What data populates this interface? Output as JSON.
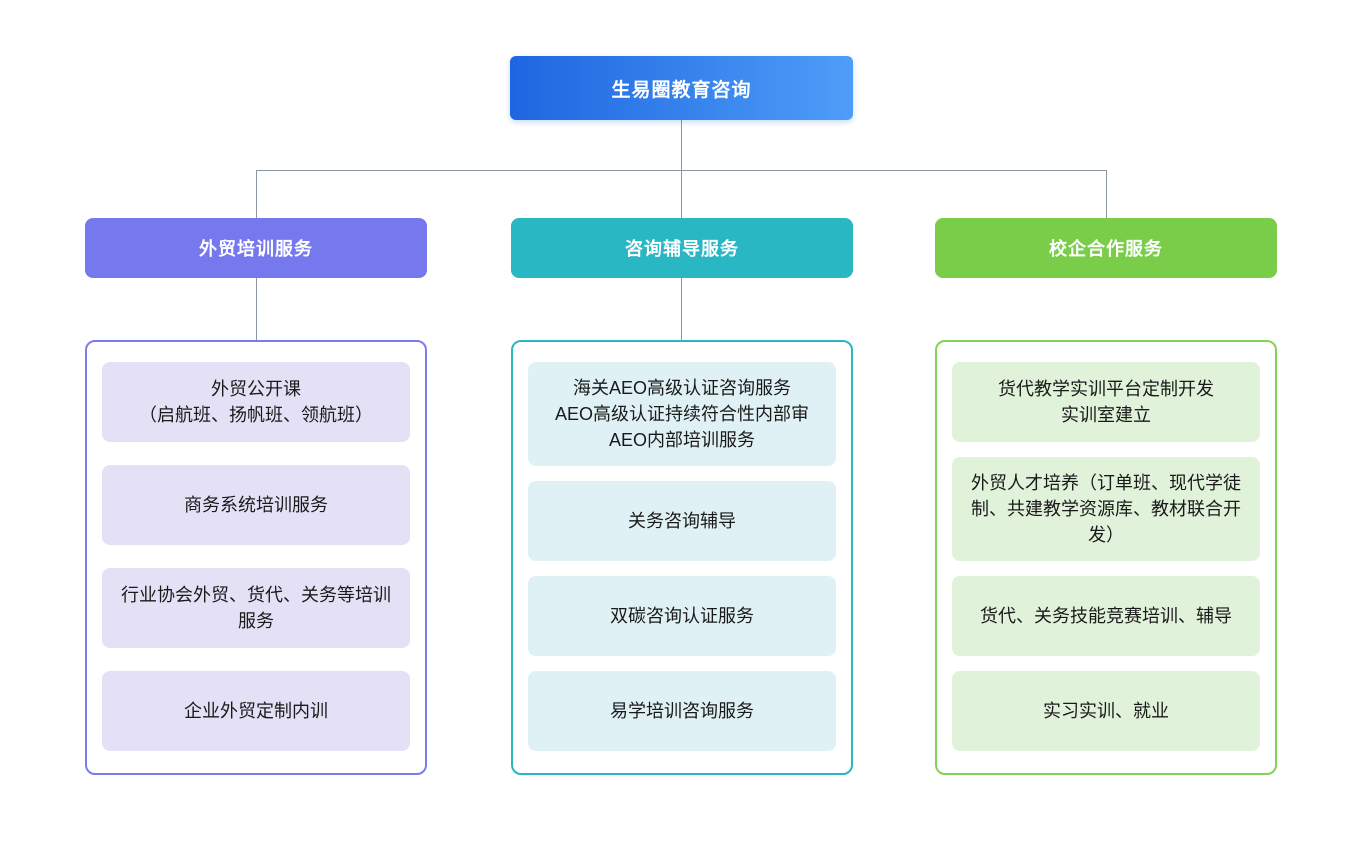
{
  "diagram": {
    "type": "org-chart",
    "background": "#ffffff",
    "connector_color": "#8C96A0"
  },
  "root": {
    "label": "生易圈教育咨询",
    "gradient_from": "#1E66E0",
    "gradient_to": "#4D9DF8",
    "text_color": "#ffffff"
  },
  "branches": [
    {
      "label": "外贸培训服务",
      "header_color": "#7678ED",
      "container_border": "#7B7DEE",
      "item_bg": "#E4E1F7",
      "items": [
        "外贸公开课\n（启航班、扬帆班、领航班）",
        "商务系统培训服务",
        "行业协会外贸、货代、关务等培训服务",
        "企业外贸定制内训"
      ]
    },
    {
      "label": "咨询辅导服务",
      "header_color": "#2AB7C4",
      "container_border": "#2AB7C4",
      "item_bg": "#DFF1F4",
      "items": [
        "海关AEO高级认证咨询服务\nAEO高级认证持续符合性内部审\nAEO内部培训服务",
        "关务咨询辅导",
        "双碳咨询认证服务",
        "易学培训咨询服务"
      ]
    },
    {
      "label": "校企合作服务",
      "header_color": "#79CD49",
      "container_border": "#82D353",
      "item_bg": "#E0F2D9",
      "items": [
        "货代教学实训平台定制开发\n实训室建立",
        "外贸人才培养（订单班、现代学徒制、共建教学资源库、教材联合开发）",
        "货代、关务技能竞赛培训、辅导",
        "实习实训、就业"
      ]
    }
  ]
}
